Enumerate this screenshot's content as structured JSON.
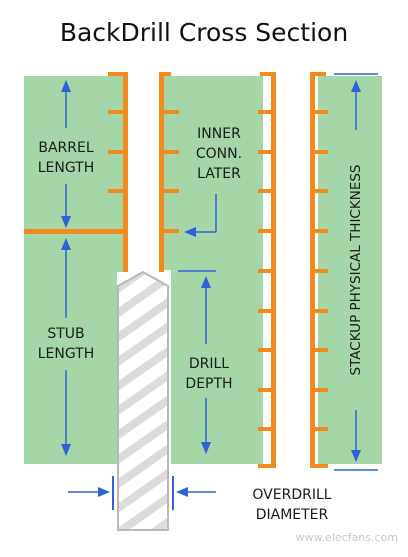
{
  "title": "BackDrill Cross Section",
  "labels": {
    "barrel": [
      "BARREL",
      "LENGTH"
    ],
    "inner": [
      "INNER",
      "CONN.",
      "LATER"
    ],
    "stub": [
      "STUB",
      "LENGTH"
    ],
    "drill": [
      "DRILL",
      "DEPTH"
    ],
    "stackup": "STACKUP PHYSICAL THICKNESS",
    "overdrill": [
      "OVERDRILL",
      "DIAMETER"
    ]
  },
  "watermark": "www.elecfans.com",
  "colors": {
    "green": "#a5d6a7",
    "orange": "#f28a1e",
    "arrow": "#2f62d8",
    "drill_stroke": "#b8b8b8",
    "hatch": "#dcdcdc",
    "text": "#1a1a1a"
  }
}
